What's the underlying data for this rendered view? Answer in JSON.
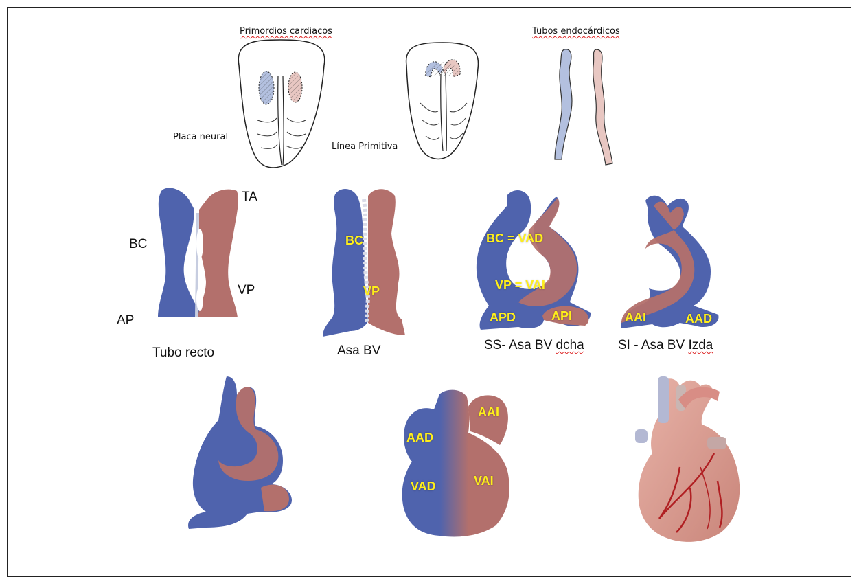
{
  "top": {
    "primordios": "Primordios cardiacos",
    "tubos": "Tubos endocárdicos",
    "placa_neural": "Placa neural",
    "linea_primitiva": "Línea Primitiva"
  },
  "row2": {
    "tubo_recto": {
      "caption": "Tubo recto",
      "TA": "TA",
      "BC": "BC",
      "VP": "VP",
      "AP": "AP"
    },
    "asa_bv": {
      "caption": "Asa BV",
      "BC": "BC",
      "VP": "VP"
    },
    "ss": {
      "caption_prefix": "SS- Asa BV ",
      "caption_underlined": "dcha",
      "BC_VAD": "BC = VAD",
      "VP_VAI": "VP = VAI",
      "APD": "APD",
      "API": "API"
    },
    "si": {
      "caption_prefix": "SI - Asa BV ",
      "caption_underlined": "Izda",
      "AAI": "AAI",
      "AAD": "AAD"
    }
  },
  "row3": {
    "AAD": "AAD",
    "AAI": "AAI",
    "VAD": "VAD",
    "VAI": "VAI"
  },
  "colors": {
    "blue": "#4f63ad",
    "red": "#b3706c",
    "label_yellow": "#ffef1a",
    "pale_blue": "#b3c0df",
    "pale_red": "#e8c7c2"
  }
}
